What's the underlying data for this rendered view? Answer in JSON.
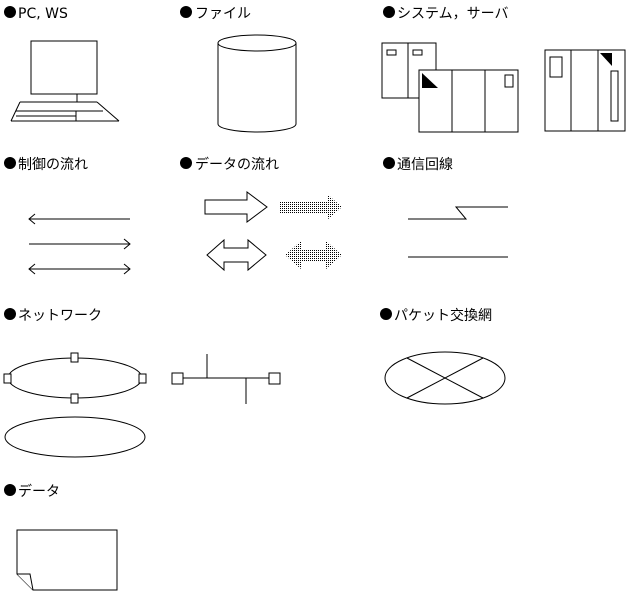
{
  "labels": {
    "pc_ws": "PC, WS",
    "file": "ファイル",
    "system_server": "システム，サーバ",
    "control_flow": "制御の流れ",
    "data_flow": "データの流れ",
    "comm_line": "通信回線",
    "network": "ネットワーク",
    "packet_network": "パケット交換網",
    "data": "データ"
  },
  "colors": {
    "stroke": "#000000",
    "background": "#ffffff"
  }
}
